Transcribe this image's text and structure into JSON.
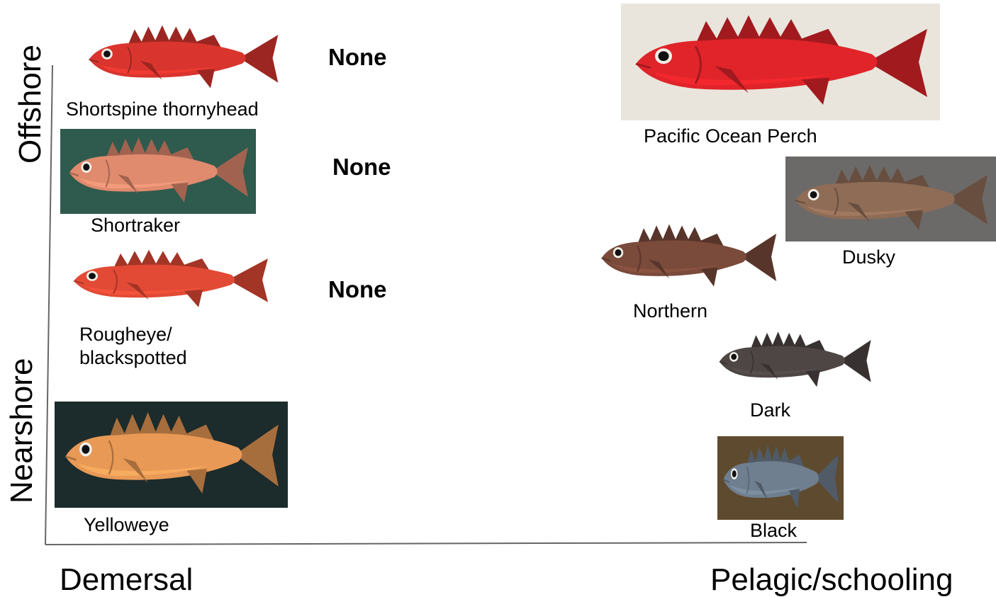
{
  "axes": {
    "x_left": "Demersal",
    "x_right": "Pelagic/schooling",
    "y_top": "Offshore",
    "y_bottom": "Nearshore"
  },
  "none_labels": [
    "None",
    "None",
    "None"
  ],
  "species": [
    {
      "name": "Shortspine thornyhead",
      "body_color": "#d9352e",
      "background": "none"
    },
    {
      "name": "Shortraker",
      "body_color": "#e08a6e",
      "background": "#2f5a4e"
    },
    {
      "name": "Rougheye/\nblackspotted",
      "body_color": "#e24a35",
      "background": "none"
    },
    {
      "name": "Yelloweye",
      "body_color": "#e89955",
      "background": "#1c2b2c"
    },
    {
      "name": "Pacific Ocean Perch",
      "body_color": "#e0242a",
      "background": "#e9e5dc"
    },
    {
      "name": "Dusky",
      "body_color": "#8f6c56",
      "background": "#6c6a68"
    },
    {
      "name": "Northern",
      "body_color": "#7a4a3a",
      "background": "none"
    },
    {
      "name": "Dark",
      "body_color": "#4d4644",
      "background": "none"
    },
    {
      "name": "Black",
      "body_color": "#6f7f8f",
      "background": "#5e4a2e"
    }
  ]
}
